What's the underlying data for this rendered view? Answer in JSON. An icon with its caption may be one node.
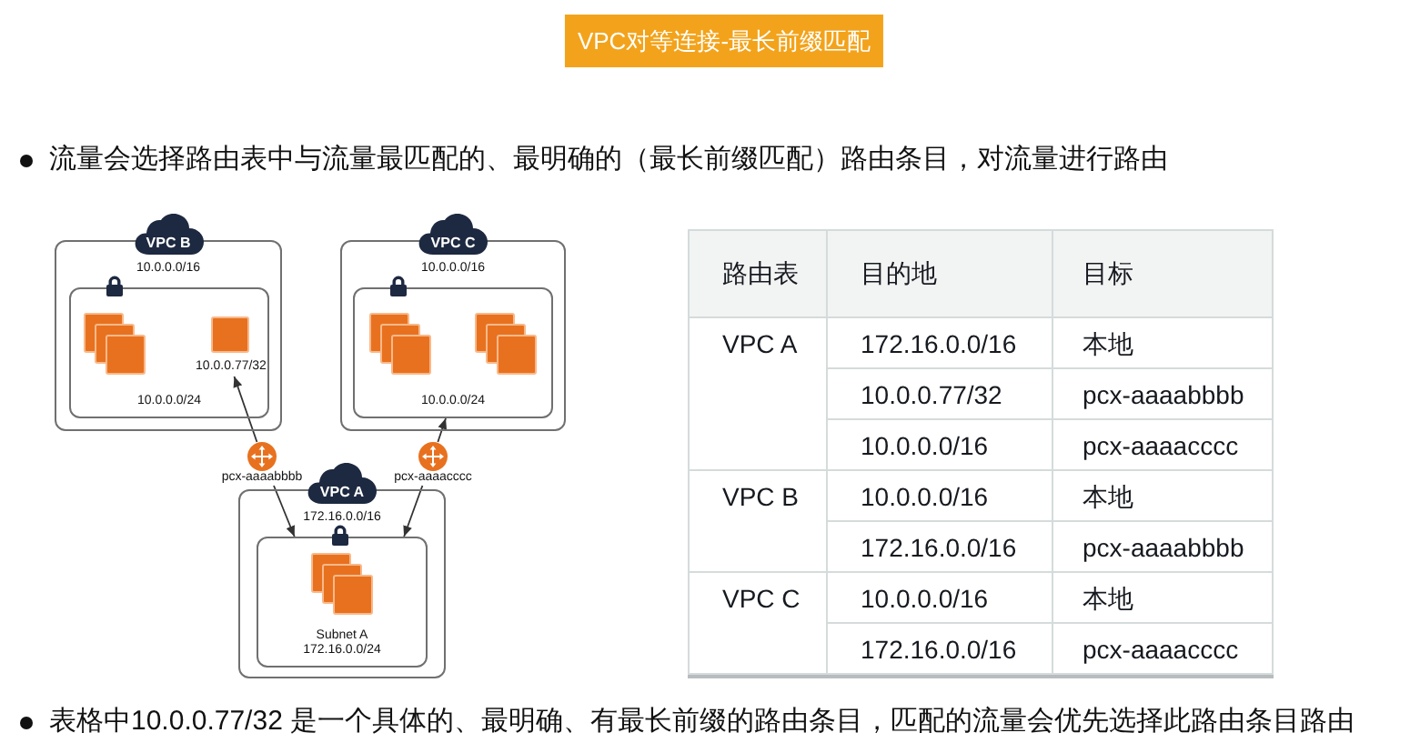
{
  "diagram": {
    "title": "VPC对等连接-最长前缀匹配",
    "nodes": [
      {
        "text": [
          "VPC B",
          "10.0.0.0/16"
        ]
      },
      {
        "text": [
          "10.0.0.0/24"
        ],
        "in": 0
      },
      {
        "text": [
          "10.0.0.77/32"
        ],
        "in": 1
      },
      {
        "text": [
          "VPC C",
          "10.0.0.0/16"
        ]
      },
      {
        "text": [
          "10.0.0.0/24"
        ],
        "in": 3
      },
      {
        "text": [
          "pcx-aaaabbbb"
        ]
      },
      {
        "text": [
          "pcx-aaaacccc"
        ]
      },
      {
        "text": [
          "VPC A",
          "172.16.0.0/16"
        ]
      },
      {
        "text": [
          "Subnet A",
          "172.16.0.0/24"
        ],
        "in": 7
      }
    ],
    "edges": [
      {
        "from": 5,
        "to": 2,
        "arrow": "to"
      },
      {
        "from": 5,
        "to": 8,
        "arrow": "to"
      },
      {
        "from": 6,
        "to": 4,
        "arrow": "to"
      },
      {
        "from": 6,
        "to": 8,
        "arrow": "to"
      }
    ],
    "labels": [
      "流量会选择路由表中与流量最匹配的、最明确的（最长前缀匹配）路由条目，对流量进行路由",
      "路由表",
      "目的地",
      "目标",
      "VPC A",
      "172.16.0.0/16",
      "本地",
      "10.0.0.77/32",
      "pcx-aaaabbbb",
      "10.0.0.0/16",
      "pcx-aaaacccc",
      "VPC B",
      "10.0.0.0/16",
      "本地",
      "172.16.0.0/16",
      "pcx-aaaabbbb",
      "VPC C",
      "10.0.0.0/16",
      "本地",
      "172.16.0.0/16",
      "pcx-aaaacccc",
      "表格中10.0.0.77/32 是一个具体的、最明确、有最长前缀的路由条目，匹配的流量会优先选择此路由条目路由"
    ]
  }
}
